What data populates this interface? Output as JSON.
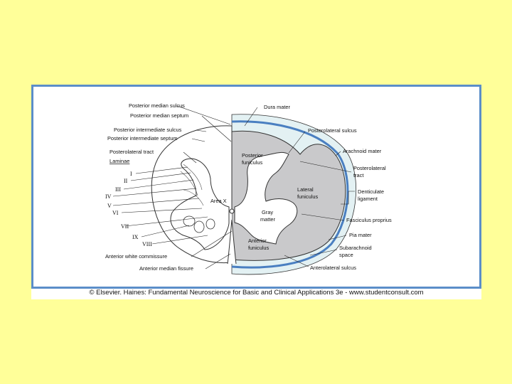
{
  "labels": {
    "posterior_median_sulcus": "Posterior median sulcus",
    "posterior_median_septum": "Posterior median septum",
    "posterior_intermediate_sulcus": "Posterior intermediate sulcus",
    "posterior_intermediate_septum": "Posterior intermediate septum",
    "posterolateral_tract": "Posterolateral tract",
    "laminae": "Laminae",
    "lamina_i": "I",
    "lamina_ii": "II",
    "lamina_iii": "III",
    "lamina_iv": "IV",
    "lamina_v": "V",
    "lamina_vi": "VI",
    "lamina_vii": "VII",
    "lamina_ix": "IX",
    "lamina_viii": "VIII",
    "anterior_white_commissure": "Anterior white commissure",
    "anterior_median_fissure": "Anterior median fissure",
    "dura_mater": "Dura mater",
    "posterolateral_sulcus": "Posterolateral sulcus",
    "arachnoid_mater": "Arachnoid mater",
    "posterolateral_tract_right_1": "Posterolateral",
    "posterolateral_tract_right_2": "tract",
    "denticulate_ligament_1": "Denticulate",
    "denticulate_ligament_2": "ligament",
    "fasciculus_proprius": "Fasciculus proprius",
    "pia_mater": "Pia mater",
    "subarachnoid_space_1": "Subarachnoid",
    "subarachnoid_space_2": "space",
    "anterolateral_sulcus": "Anterolateral sulcus",
    "posterior_funiculus_1": "Posterior",
    "posterior_funiculus_2": "funiculus",
    "lateral_funiculus_1": "Lateral",
    "lateral_funiculus_2": "funiculus",
    "area_x": "Area X",
    "gray_matter_1": "Gray",
    "gray_matter_2": "matter",
    "anterior_funiculus_1": "Anterior",
    "anterior_funiculus_2": "funiculus"
  },
  "credit": "© Elsevier. Haines: Fundamental Neuroscience for Basic and Clinical Applications 3e - www.studentconsult.com",
  "colors": {
    "background": "#ffff99",
    "frame": "#5b8ec9",
    "dura_band": "#e3f1f3",
    "white_matter": "#c9c9cb",
    "outline": "#333333"
  }
}
